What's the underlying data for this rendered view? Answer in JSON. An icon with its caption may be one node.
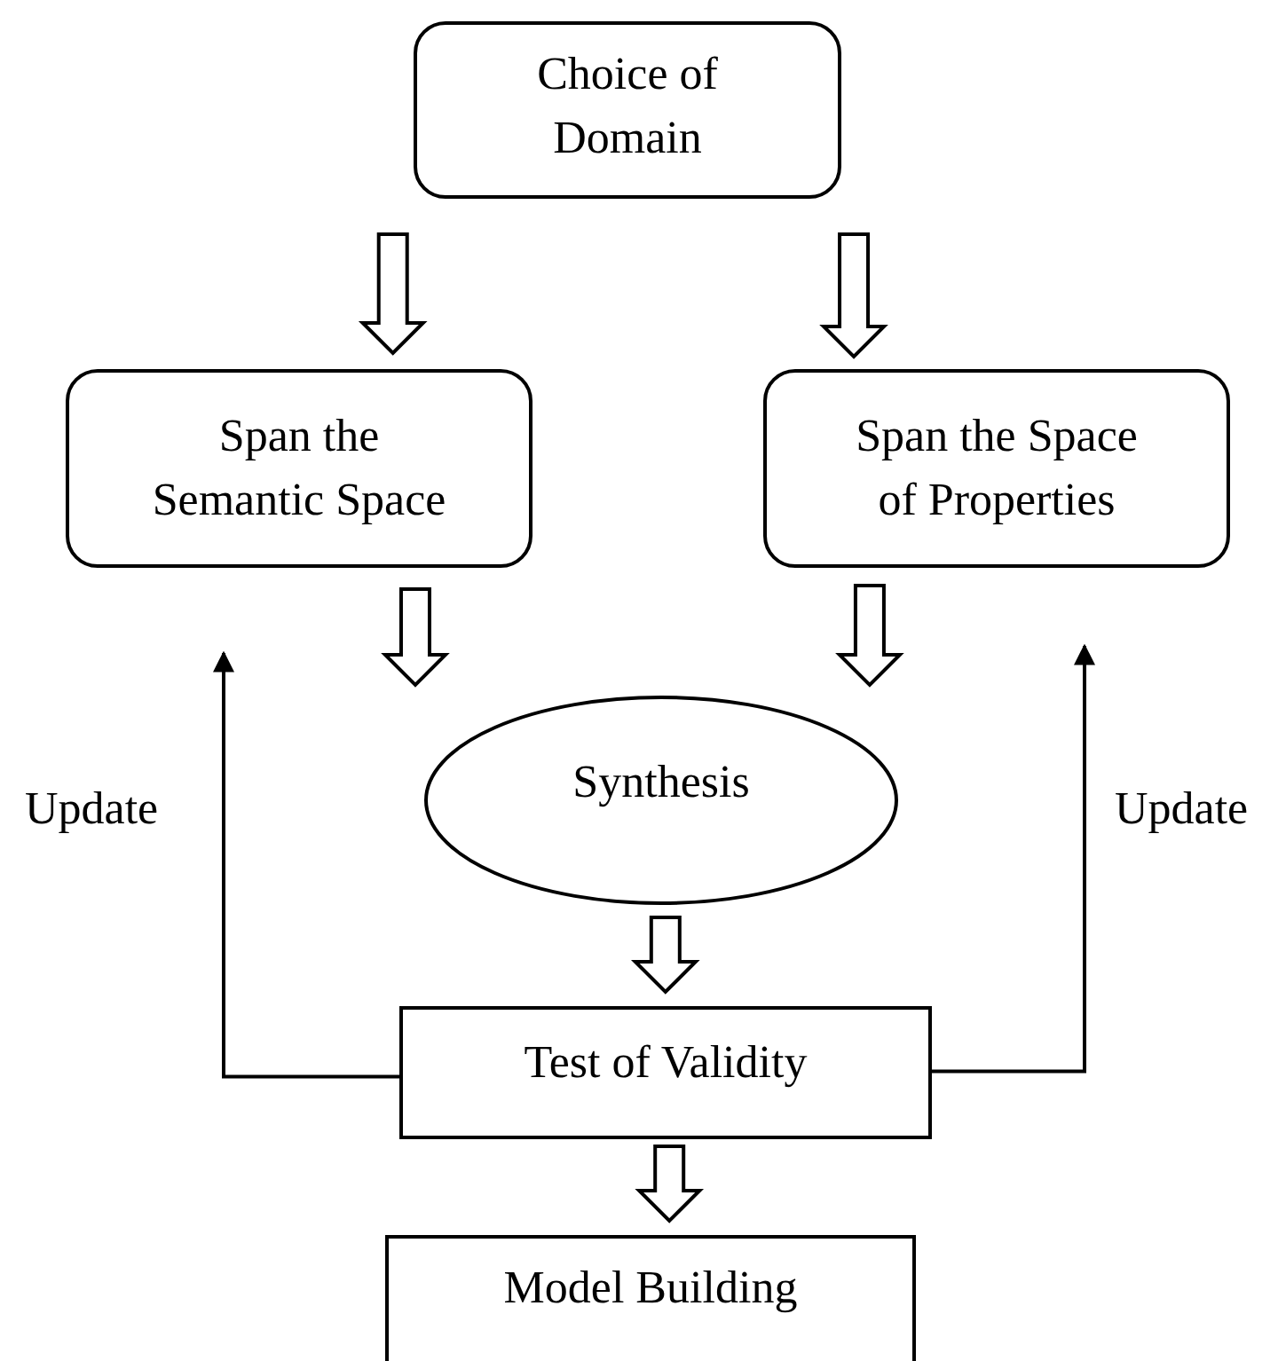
{
  "diagram": {
    "nodes": [
      {
        "text": [
          "Choice of Domain"
        ]
      },
      {
        "text": [
          "Span the Semantic Space"
        ]
      },
      {
        "text": [
          "Span the Space of Properties"
        ]
      },
      {
        "text": [
          "Synthesis"
        ]
      },
      {
        "text": [
          "Test of Validity"
        ]
      },
      {
        "text": [
          "Model Building"
        ]
      }
    ],
    "edges": [
      {
        "from": 0,
        "to": 1,
        "arrow": "to"
      },
      {
        "from": 0,
        "to": 2,
        "arrow": "to"
      },
      {
        "from": 1,
        "to": 3,
        "arrow": "to"
      },
      {
        "from": 2,
        "to": 3,
        "arrow": "to"
      },
      {
        "from": 3,
        "to": 4,
        "arrow": "to"
      },
      {
        "from": 4,
        "to": 5,
        "arrow": "to"
      },
      {
        "from": 4,
        "to": null,
        "arrow": "to",
        "label": "Update"
      },
      {
        "from": 4,
        "to": null,
        "arrow": "to",
        "label": "Update"
      }
    ]
  }
}
